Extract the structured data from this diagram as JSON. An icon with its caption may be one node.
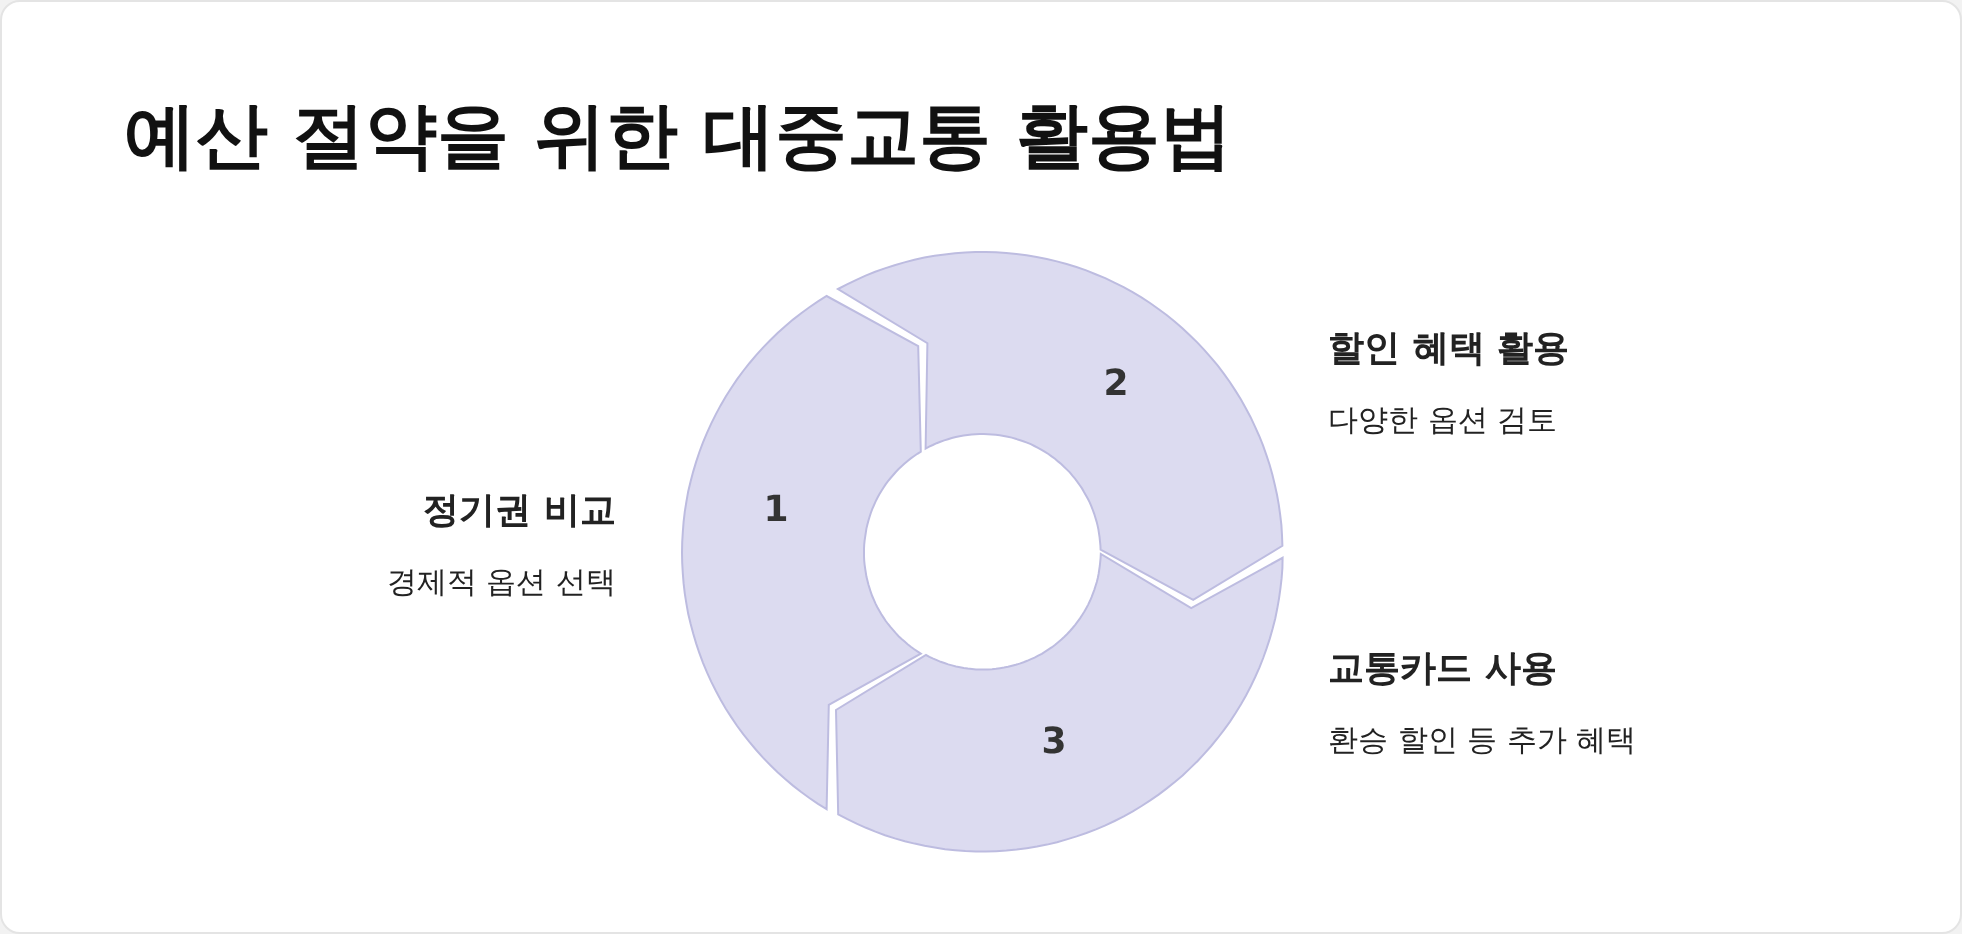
{
  "diagram": {
    "title": "예산 절약을 위한 대중교통 활용법",
    "nodes": [
      {
        "text": [
          "1"
        ],
        "beside": [
          "정기권 비교",
          "경제적 옵션 선택"
        ]
      },
      {
        "text": [
          "2"
        ],
        "beside": [
          "할인 혜택 활용",
          "다양한 옵션 검토"
        ]
      },
      {
        "text": [
          "3"
        ],
        "beside": [
          "교통카드 사용",
          "환승 할인 등 추가 혜택"
        ]
      }
    ]
  }
}
